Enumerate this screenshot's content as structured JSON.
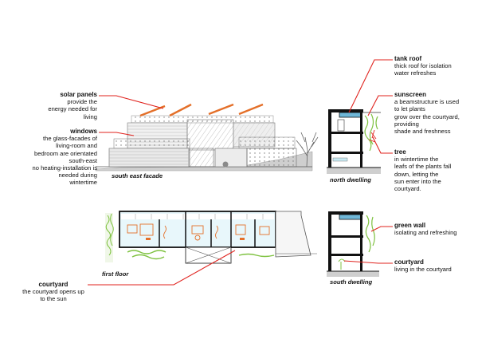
{
  "annotations": {
    "solar_panels": {
      "title": "solar panels",
      "lines": [
        "provide the",
        "energy needed for",
        "living"
      ]
    },
    "windows": {
      "title": "windows",
      "lines": [
        "the glass-facades of",
        "living-room and",
        "bedroom are orientated",
        "south-east",
        "no heating-installation is",
        "needed during",
        "wintertime"
      ]
    },
    "tank_roof": {
      "title": "tank roof",
      "lines": [
        "thick roof for isolation",
        "water refreshes"
      ]
    },
    "sunscreen": {
      "title": "sunscreen",
      "lines": [
        "a beamstructure is used",
        "to let plants",
        "grow over the courtyard,",
        "providing",
        "shade and freshness"
      ]
    },
    "tree": {
      "title": "tree",
      "lines": [
        "in wintertime the",
        "leafs of the plants fall",
        "down, letting the",
        "sun enter into the",
        "courtyard."
      ]
    },
    "green_wall": {
      "title": "green wall",
      "lines": [
        "isolating and refreshing"
      ]
    },
    "courtyard_section": {
      "title": "courtyard",
      "lines": [
        "living in the courtyard"
      ]
    },
    "courtyard_plan": {
      "title": "courtyard",
      "lines": [
        "the courtyard opens up",
        "to the sun"
      ]
    }
  },
  "captions": {
    "south_east_facade": "south east facade",
    "north_dwelling": "north dwelling",
    "first_floor": "first floor",
    "south_dwelling": "south dwelling"
  },
  "colors": {
    "leader": "#e0231e",
    "solar": "#e4702a",
    "plant": "#7fc241",
    "glass": "#c7e9f2",
    "water": "#6fb7d8",
    "wall": "#111111",
    "ground": "#cfcfcf"
  }
}
